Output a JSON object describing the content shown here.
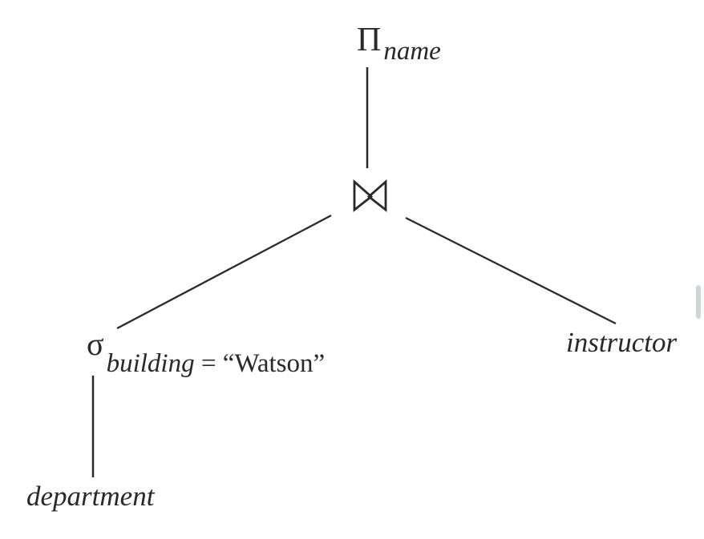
{
  "colors": {
    "background": "#ffffff",
    "ink": "#2a282b",
    "scrollbar_thumb": "#cdd6d3"
  },
  "icons": {
    "natural_join_icon": "⋈"
  },
  "nodes": {
    "projection": {
      "operator": "Π",
      "subscript": "name"
    },
    "selection": {
      "operator": "σ",
      "subscript_attribute": "building",
      "subscript_condition": " = “Watson”"
    },
    "relation_left": "department",
    "relation_right": "instructor"
  }
}
